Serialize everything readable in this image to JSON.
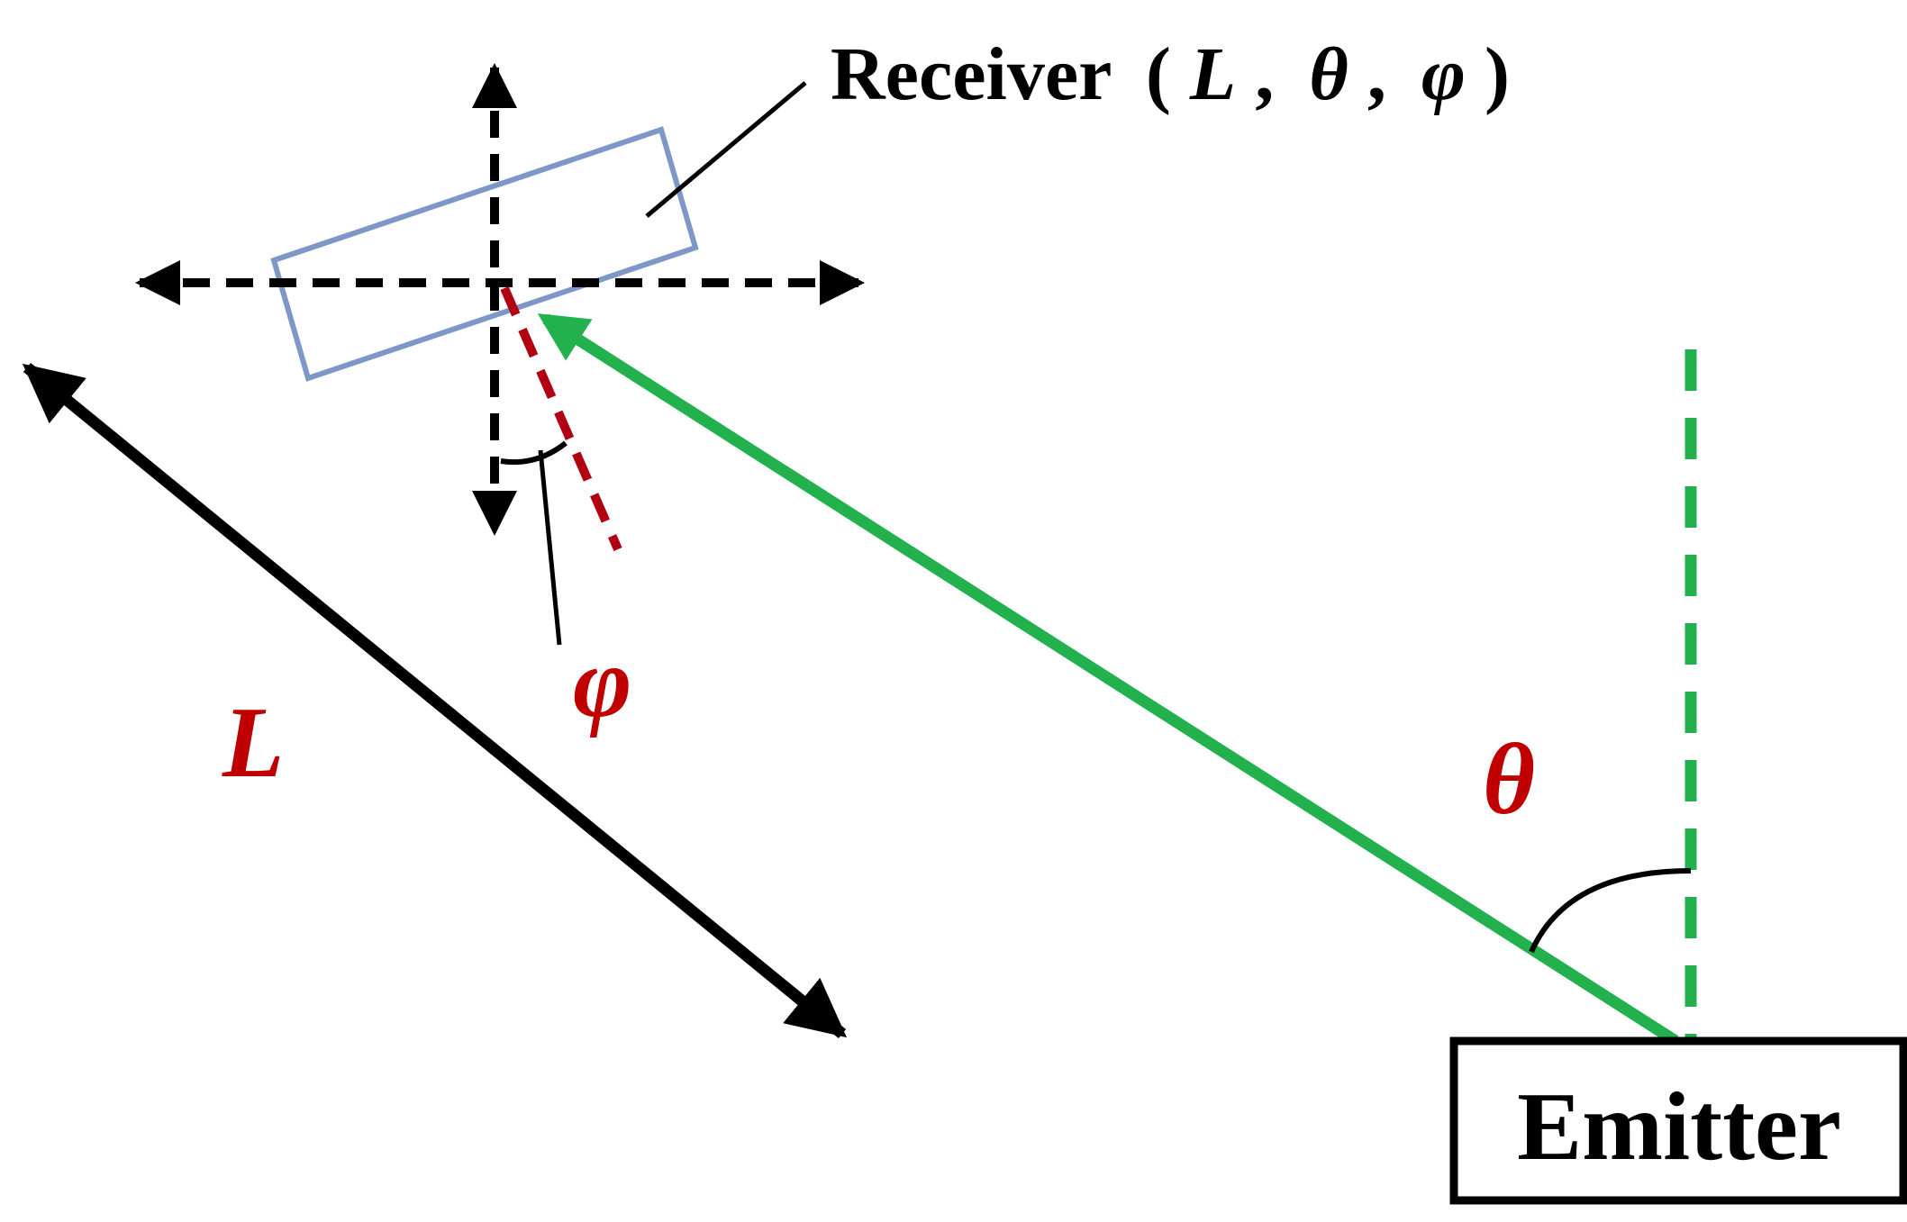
{
  "receiver_label": {
    "word": "Receiver",
    "open": "(",
    "L": "L",
    "comma1": ",",
    "theta": "θ",
    "comma2": ",",
    "phi": "φ",
    "close": ")"
  },
  "emitter_label": "Emitter",
  "symbols": {
    "L": "L",
    "phi": "φ",
    "theta": "θ"
  },
  "colors": {
    "black": "#000000",
    "receiver_box": "#7f97c6",
    "beam": "#22b14c",
    "phi_line": "#b00012",
    "symbol_red": "#c00000"
  }
}
